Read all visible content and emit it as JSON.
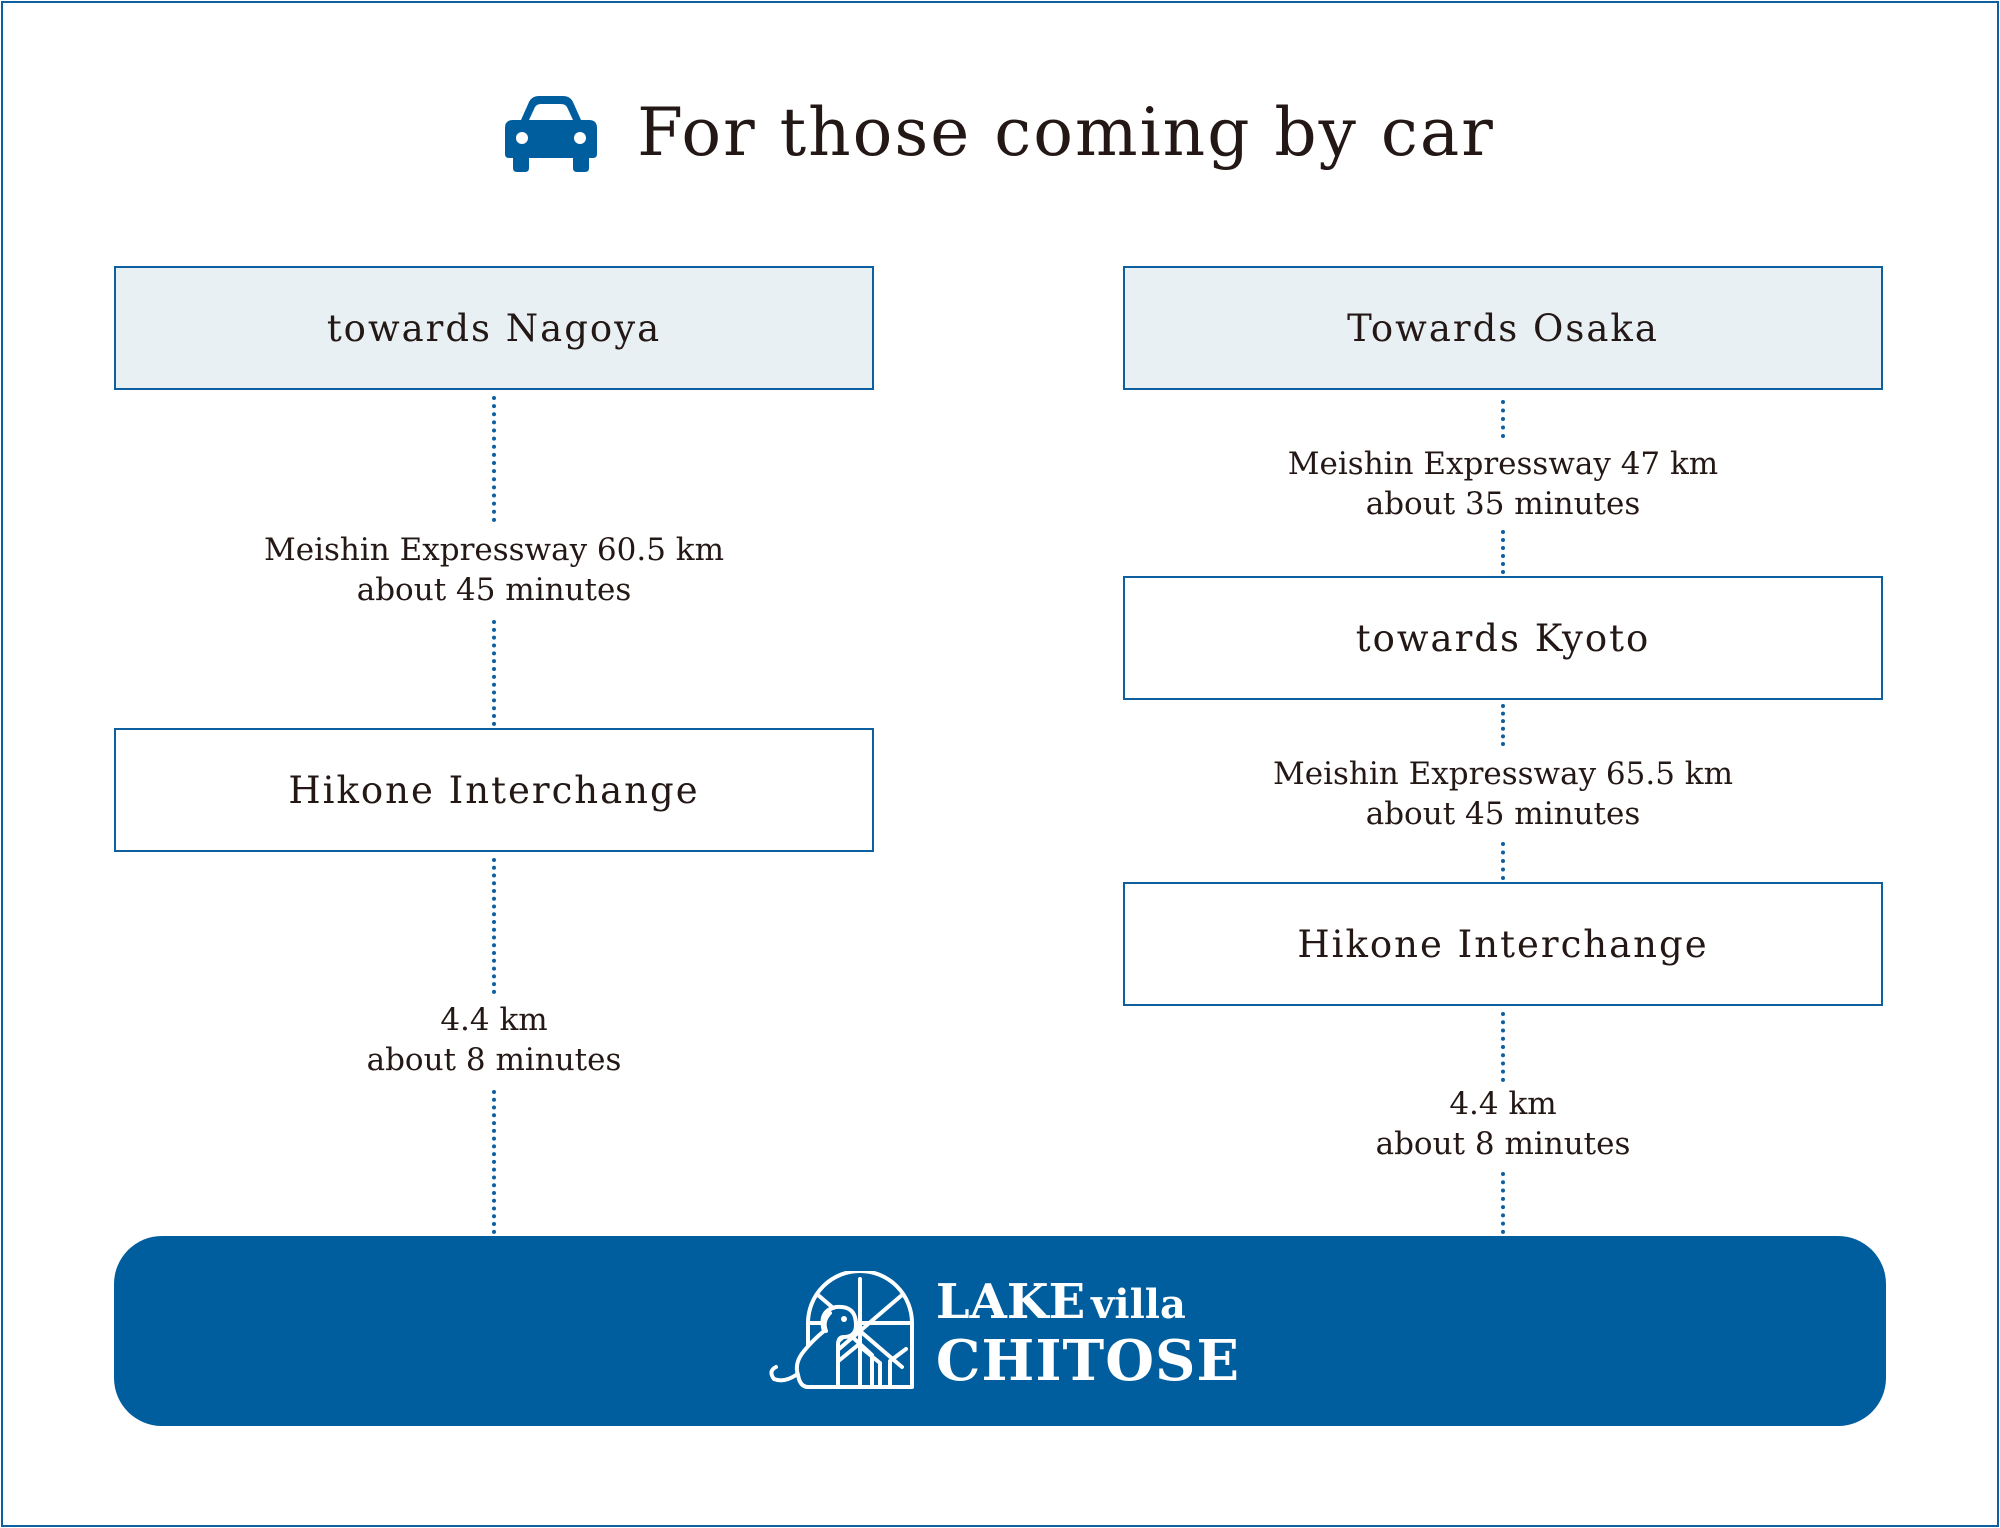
{
  "header": {
    "title": "For those coming by car",
    "icon": "car-icon",
    "accent_color": "#005e9f"
  },
  "left_route": {
    "start": "towards Nagoya",
    "segment1": {
      "road": "Meishin Expressway 60.5 km",
      "time": "about 45 minutes"
    },
    "stop1": "Hikone Interchange",
    "segment2": {
      "road": "4.4 km",
      "time": "about 8 minutes"
    }
  },
  "right_route": {
    "start": "Towards Osaka",
    "segment1": {
      "road": "Meishin Expressway 47 km",
      "time": "about 35 minutes"
    },
    "stop1": "towards Kyoto",
    "segment2": {
      "road": "Meishin Expressway 65.5 km",
      "time": "about 45 minutes"
    },
    "stop2": "Hikone Interchange",
    "segment3": {
      "road": "4.4 km",
      "time": "about 8 minutes"
    }
  },
  "destination": {
    "logo_line1_a": "LAKE",
    "logo_line1_b": "villa",
    "logo_line2": "CHITOSE",
    "logo_icon": "dog-house-window-logo",
    "background_color": "#005e9f"
  }
}
